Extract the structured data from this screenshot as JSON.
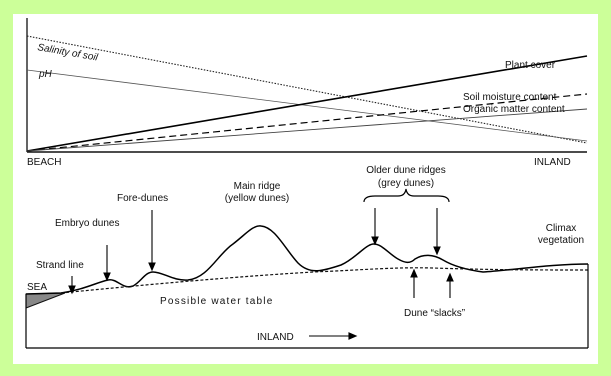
{
  "top_chart": {
    "lines": {
      "salinity": "Salinity of soil",
      "ph": "pH",
      "plant_cover": "Plant cover",
      "soil_moisture": "Soil moisture content",
      "organic_matter": "Organic matter content"
    },
    "axis": {
      "left": "BEACH",
      "right": "INLAND"
    }
  },
  "profile": {
    "sea": "SEA",
    "strand_line": "Strand line",
    "embryo_dunes": "Embryo dunes",
    "fore_dunes": "Fore-dunes",
    "main_ridge": [
      "Main ridge",
      "(yellow dunes)"
    ],
    "older_ridges": [
      "Older dune ridges",
      "(grey dunes)"
    ],
    "climax": [
      "Climax",
      "vegetation"
    ],
    "water_table": "Possible water table",
    "dune_slacks": "Dune “slacks”",
    "inland": "INLAND"
  },
  "colors": {
    "background": "#ccff99",
    "panel": "#ffffff",
    "ink": "#111111",
    "sea_fill": "#888888"
  }
}
